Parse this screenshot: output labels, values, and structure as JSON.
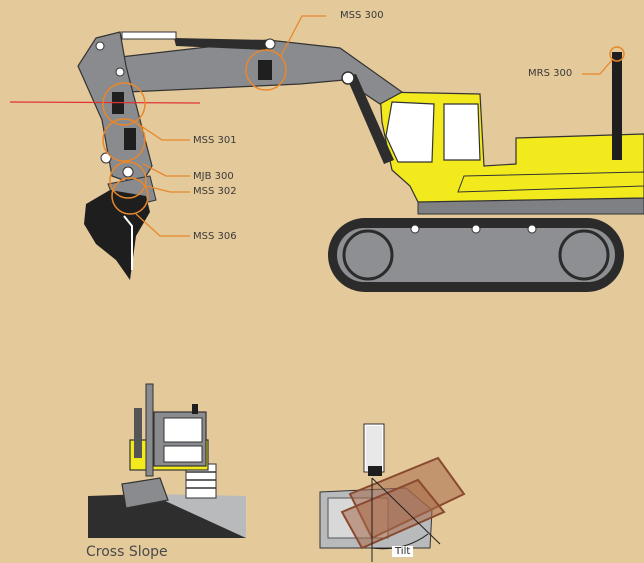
{
  "labels": {
    "mss300": "MSS 300",
    "mrs300": "MRS 300",
    "mss301": "MSS 301",
    "mjb300": "MJB 300",
    "mss302": "MSS 302",
    "mss306": "MSS 306"
  },
  "captions": {
    "cross_slope": "Cross Slope",
    "tilt": "Tilt"
  },
  "colors": {
    "background": "#e4c99a",
    "machine_yellow": "#f2ea1c",
    "steel_gray": "#8a8b8e",
    "dark_gray": "#3d3d3d",
    "callout_orange": "#e8872b",
    "reference_line": "#e03434",
    "bucket_brown": "#a86a4a"
  }
}
